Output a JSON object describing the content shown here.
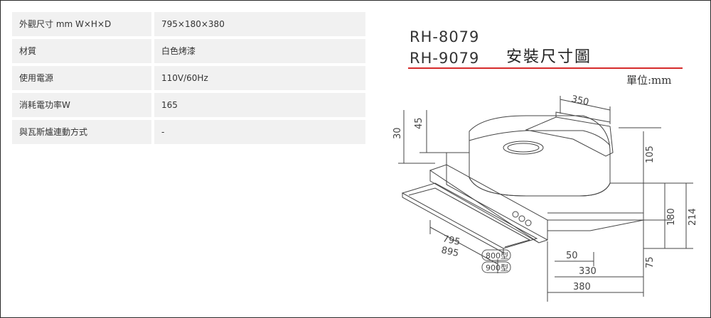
{
  "specs": [
    {
      "label": "外觀尺寸 mm W×H×D",
      "value": "795×180×380"
    },
    {
      "label": "材質",
      "value": "白色烤漆"
    },
    {
      "label": "使用電源",
      "value": "110V/60Hz"
    },
    {
      "label": "消耗電功率W",
      "value": "165"
    },
    {
      "label": "與瓦斯爐連動方式",
      "value": "-"
    }
  ],
  "drawing": {
    "model_1": "RH-8079",
    "model_2": "RH-9079",
    "title": "安裝尺寸圖",
    "unit": "單位:mm",
    "accent_color": "#d62a2a",
    "dims": {
      "d350": "350",
      "d45": "45",
      "d30": "30",
      "d105": "105",
      "d180": "180",
      "d214": "214",
      "d75": "75",
      "d795": "795",
      "d895": "895",
      "d800": "800型",
      "d900": "900型",
      "d50": "50",
      "d330": "330",
      "d380": "380"
    }
  }
}
